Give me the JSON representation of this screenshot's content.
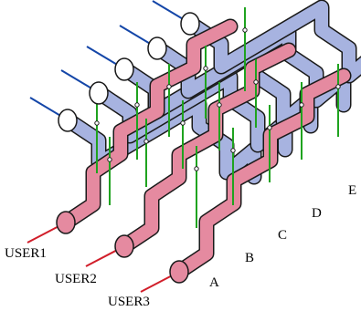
{
  "diagram": {
    "columns": [
      "A",
      "B",
      "C",
      "D",
      "E"
    ],
    "users": [
      "USER1",
      "USER2",
      "USER3"
    ],
    "colors": {
      "blue_pipe": "#a7b3e0",
      "pink_pipe": "#e58aa0",
      "outline": "#1a1a1a",
      "blue_line": "#1446a8",
      "red_line": "#d11e2a",
      "green_line": "#1fa31f"
    }
  }
}
